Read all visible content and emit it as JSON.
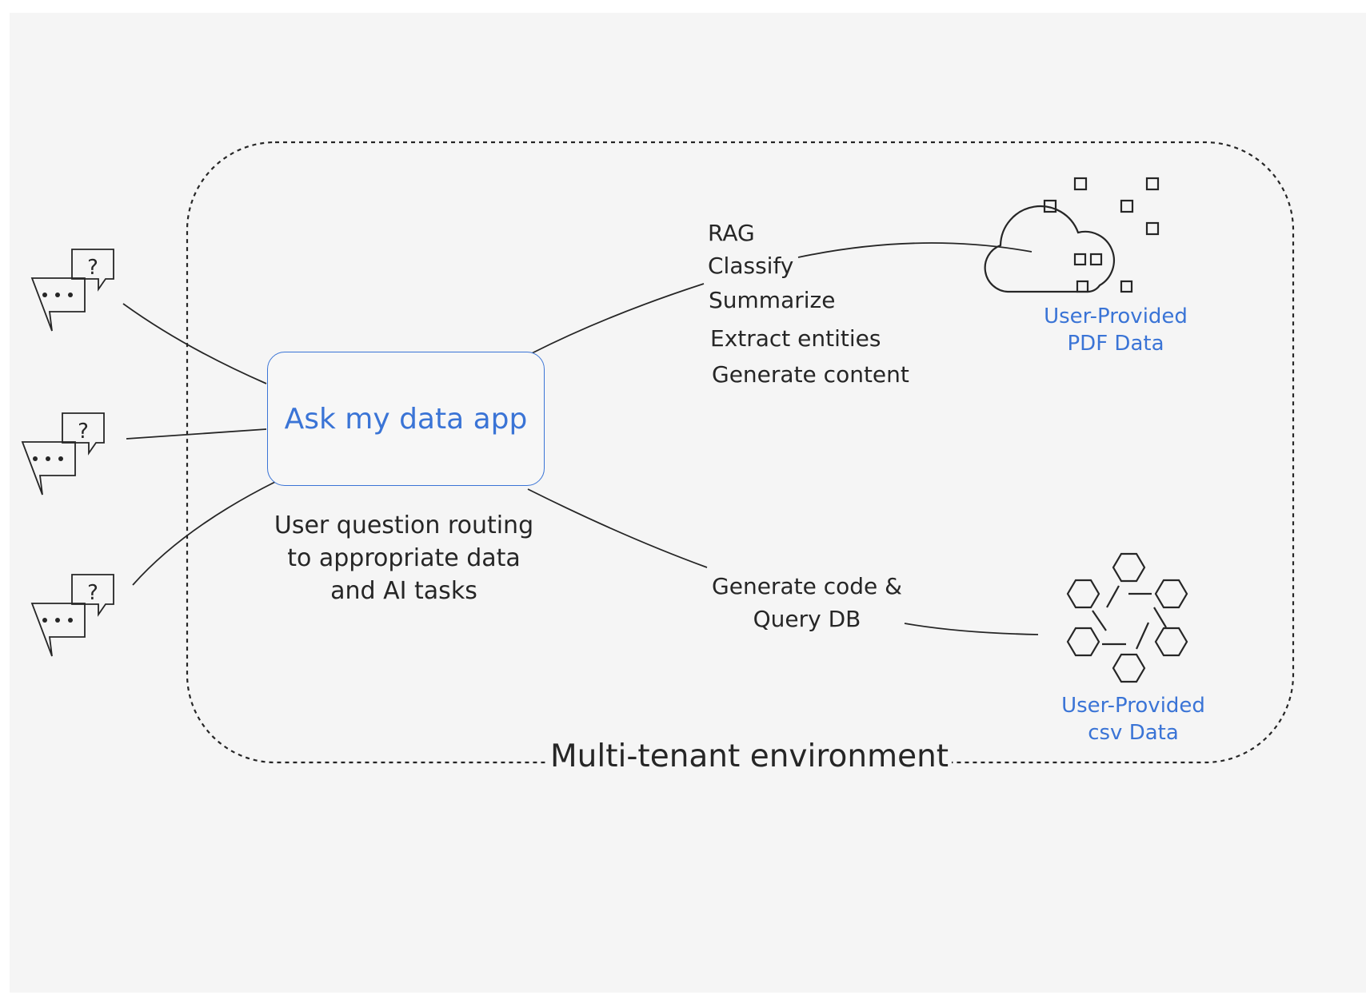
{
  "app": {
    "title": "Ask my data app"
  },
  "routing_caption": [
    "User question routing",
    "to appropriate data",
    "and AI tasks"
  ],
  "tasks": [
    "RAG",
    "Classify",
    "Summarize",
    "Extract entities",
    "Generate content"
  ],
  "code_task": [
    "Generate code &",
    "Query DB"
  ],
  "sources": {
    "pdf": [
      "User-Provided",
      "PDF Data"
    ],
    "csv": [
      "User-Provided",
      "csv Data"
    ]
  },
  "environment_label": "Multi-tenant environment",
  "icons": {
    "user_chat": "chat-question-icon",
    "pdf": "cloud-data-icon",
    "csv": "hexagon-network-icon"
  },
  "colors": {
    "accent": "#3a74d6",
    "text": "#262626",
    "background": "#f5f5f5"
  }
}
